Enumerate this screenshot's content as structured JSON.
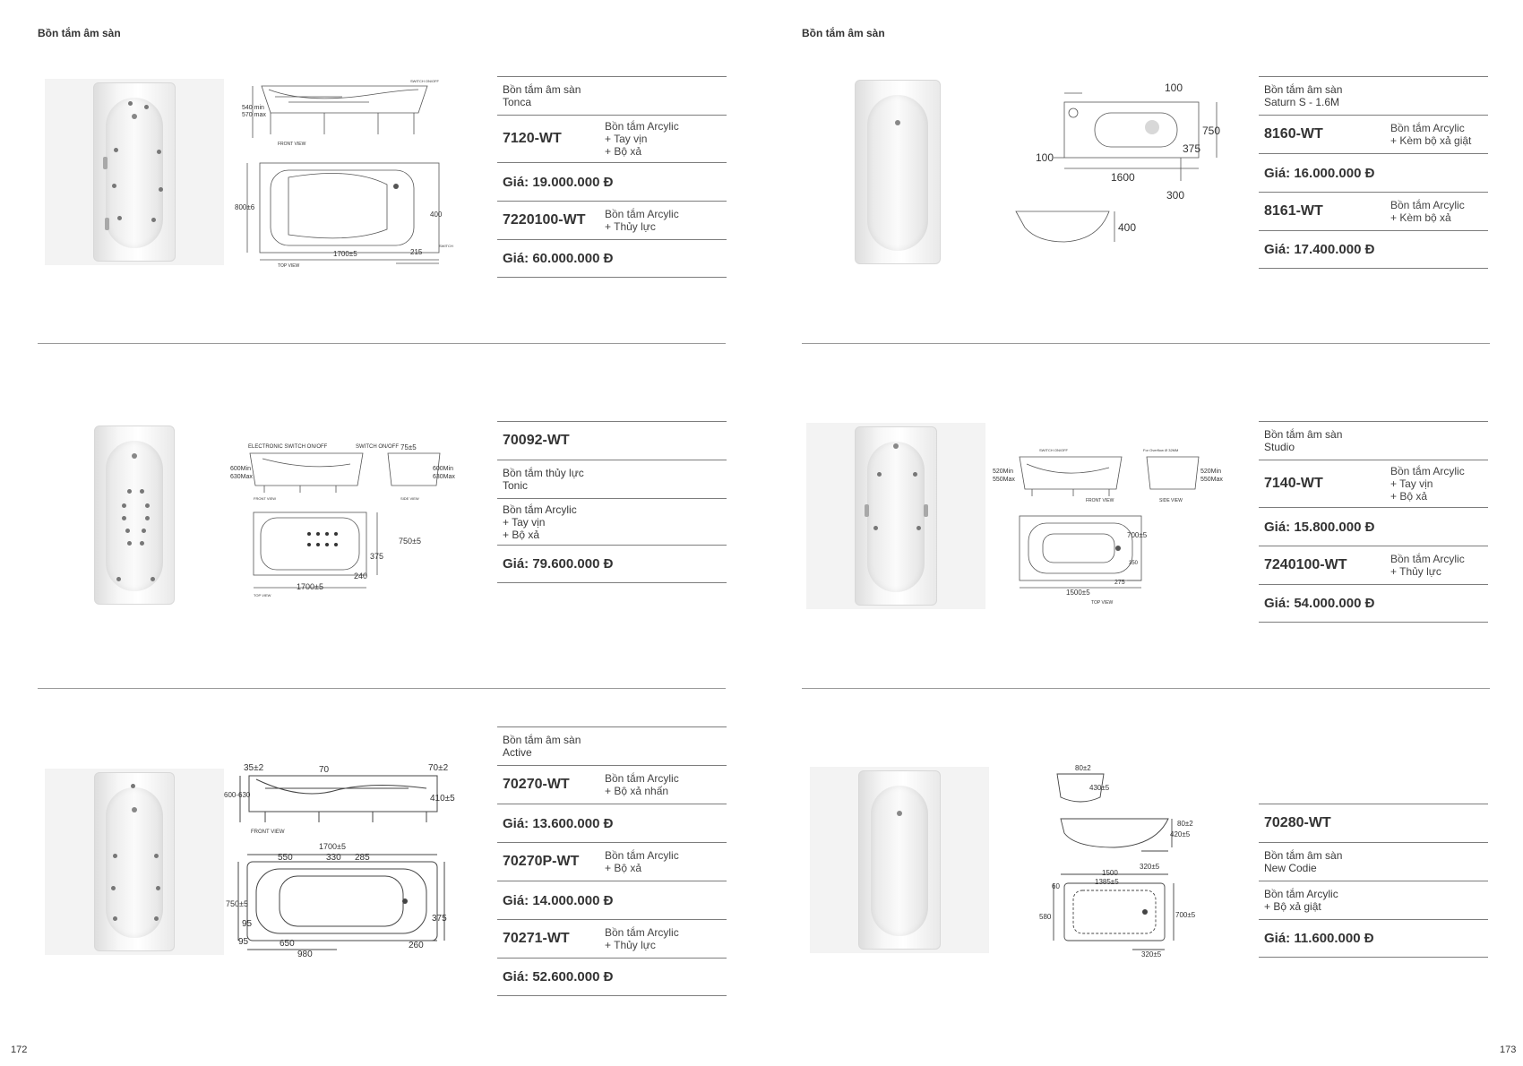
{
  "pages": {
    "left": {
      "title": "Bồn tắm âm sàn",
      "number": "172"
    },
    "right": {
      "title": "Bồn tắm âm sàn",
      "number": "173"
    }
  },
  "tonca": {
    "label": [
      "Bồn tắm âm sàn",
      "Tonca"
    ],
    "variants": [
      {
        "code": "7120-WT",
        "desc": [
          "Bồn tắm Arcylic",
          "+ Tay vịn",
          "+ Bộ xả"
        ],
        "price": "Giá: 19.000.000 Đ"
      },
      {
        "code": "7220100-WT",
        "desc": [
          "Bồn tắm Arcylic",
          "+ Thủy lực"
        ],
        "price": "Giá: 60.000.000 Đ"
      }
    ],
    "drawing": {
      "height_label_1": "540 min",
      "height_label_2": "570 max",
      "front_view": "FRONT VIEW",
      "switch": "SWITCH ON/OFF",
      "width": "800±6",
      "depth": "400",
      "length": "1700±5",
      "offset": "215",
      "top_view": "TOP VIEW",
      "switch2": "SWITCH"
    }
  },
  "saturn": {
    "label": [
      "Bồn tắm âm sàn",
      "Saturn S - 1.6M"
    ],
    "variants": [
      {
        "code": "8160-WT",
        "desc": [
          "Bồn tắm Arcylic",
          "+ Kèm bộ xả giật"
        ],
        "price": "Giá: 16.000.000 Đ"
      },
      {
        "code": "8161-WT",
        "desc": [
          "Bồn tắm Arcylic",
          "+ Kèm bộ xả"
        ],
        "price": "Giá: 17.400.000 Đ"
      }
    ],
    "drawing": {
      "d100a": "100",
      "d750": "750",
      "d100b": "100",
      "d375": "375",
      "d1600": "1600",
      "d300": "300",
      "d400": "400"
    }
  },
  "tonic": {
    "code": "70092-WT",
    "label": [
      "Bồn tắm thủy lực",
      "Tonic"
    ],
    "desc": [
      "Bồn tắm Arcylic",
      "+ Tay vịn",
      "+ Bộ xả"
    ],
    "price": "Giá: 79.600.000 Đ",
    "drawing": {
      "switch_a": "ELECTRONIC SWITCH ON/OFF",
      "switch_b": "SWITCH ON/OFF",
      "d75": "75±5",
      "h_left_1": "600Min",
      "h_left_2": "630Max",
      "h_right_1": "600Min",
      "h_right_2": "630Max",
      "front_view": "FRONT VIEW",
      "side_view": "SIDE VIEW",
      "width": "750±5",
      "d375": "375",
      "d240": "240",
      "length": "1700±5",
      "top_view": "TOP VIEW"
    }
  },
  "studio": {
    "label": [
      "Bồn tắm âm sàn",
      "Studio"
    ],
    "variants": [
      {
        "code": "7140-WT",
        "desc": [
          "Bồn tắm Arcylic",
          "+ Tay vịn",
          "+ Bộ xả"
        ],
        "price": "Giá: 15.800.000 Đ"
      },
      {
        "code": "7240100-WT",
        "desc": [
          "Bồn tắm Arcylic",
          "+ Thủy lực"
        ],
        "price": "Giá: 54.000.000 Đ"
      }
    ],
    "drawing": {
      "switch": "SWITCH ON/OFF",
      "overflow": "For Overflow Ø 32MM",
      "h_left_1": "520Min",
      "h_left_2": "550Max",
      "h_right_1": "520Min",
      "h_right_2": "550Max",
      "front_view": "FRONT VIEW",
      "side_view": "SIDE VIEW",
      "width": "700±5",
      "d350": "350",
      "d275": "275",
      "length": "1500±5",
      "top_view": "TOP VIEW"
    }
  },
  "active": {
    "label": [
      "Bồn tắm âm sàn",
      "Active"
    ],
    "variants": [
      {
        "code": "70270-WT",
        "desc": [
          "Bồn tắm Arcylic",
          "+ Bộ xả nhấn"
        ],
        "price": "Giá: 13.600.000 Đ"
      },
      {
        "code": "70270P-WT",
        "desc": [
          "Bồn tắm Arcylic",
          "+ Bộ xả"
        ],
        "price": "Giá: 14.000.000 Đ"
      },
      {
        "code": "70271-WT",
        "desc": [
          "Bồn tắm Arcylic",
          "+ Thủy lực"
        ],
        "price": "Giá: 52.600.000 Đ"
      }
    ],
    "drawing": {
      "d35": "35±2",
      "d70": "70",
      "d70b": "70±2",
      "h": "600-630",
      "d410": "410±5",
      "front_view": "FRONT VIEW",
      "length": "1700±5",
      "d550": "550",
      "d330": "330",
      "d285": "285",
      "width": "750±5",
      "d375": "375",
      "d95a": "95",
      "d95b": "95",
      "d650": "650",
      "d980": "980",
      "d260": "260"
    }
  },
  "new_codie": {
    "code": "70280-WT",
    "label": [
      "Bồn tắm âm sàn",
      "New Codie"
    ],
    "desc": [
      "Bồn tắm Arcylic",
      "+ Bộ xả giật"
    ],
    "price": "Giá: 11.600.000 Đ",
    "drawing": {
      "d80a": "80±2",
      "d430": "430±5",
      "d80b": "80±2",
      "d420": "420±5",
      "d320a": "320±5",
      "d1500": "1500",
      "d1385": "1385±5",
      "d60": "60",
      "d580": "580",
      "d700": "700±5",
      "d320b": "320±5"
    }
  }
}
